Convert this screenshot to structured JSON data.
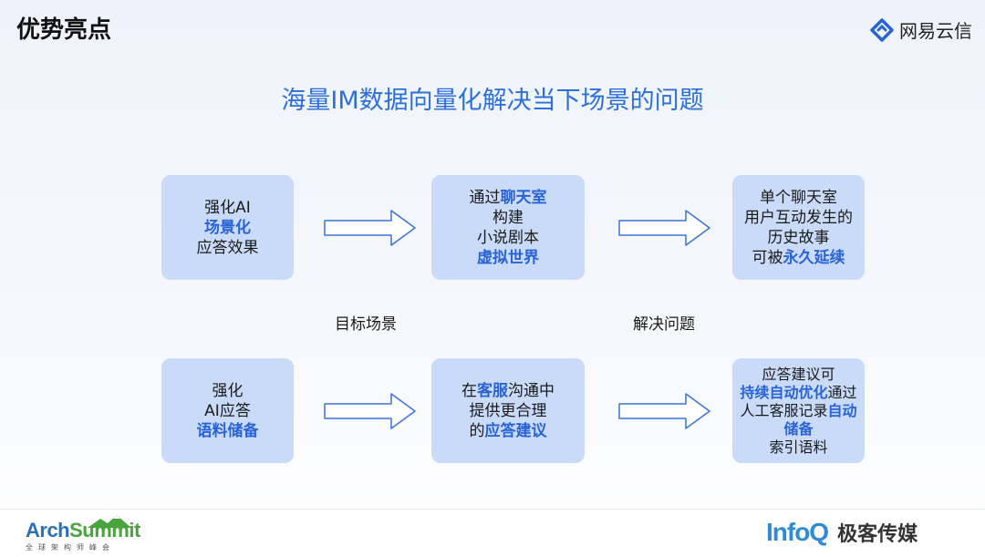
{
  "header": {
    "title": "优势亮点",
    "brand_name": "网易云信"
  },
  "headline": "海量IM数据向量化解决当下场景的问题",
  "labels": {
    "target_scene": "目标场景",
    "solve_problem": "解决问题"
  },
  "row1": {
    "card1": {
      "l1": "强化AI",
      "l2": "场景化",
      "l3": "应答效果"
    },
    "card2": {
      "l1a": "通过",
      "l1b": "聊天室",
      "l2": "构建",
      "l3": "小说剧本",
      "l4": "虚拟世界"
    },
    "card3": {
      "l1": "单个聊天室",
      "l2": "用户互动发生的",
      "l3": "历史故事",
      "l4a": "可被",
      "l4b": "永久延续"
    }
  },
  "row2": {
    "card1": {
      "l1": "强化",
      "l2": "AI应答",
      "l3": "语料储备"
    },
    "card2": {
      "l1a": "在",
      "l1b": "客服",
      "l1c": "沟通中",
      "l2": "提供更合理",
      "l3a": "的",
      "l3b": "应答建议"
    },
    "card3": {
      "l1": "应答建议可",
      "l2a": "持续自动优化",
      "l2b": "通过",
      "l3a": "人工客服记录",
      "l3b": "自动",
      "l4": "储备",
      "l5": "索引语料"
    }
  },
  "footer": {
    "arch_a": "Arch",
    "arch_b": "Summit",
    "arch_sub": "全球架构师峰会",
    "infoq": "InfoQ",
    "infoq_cn": "极客传媒"
  },
  "colors": {
    "accent": "#2a63d6",
    "card_bg": "#c9dbf8",
    "headline": "#2e6fd9"
  }
}
